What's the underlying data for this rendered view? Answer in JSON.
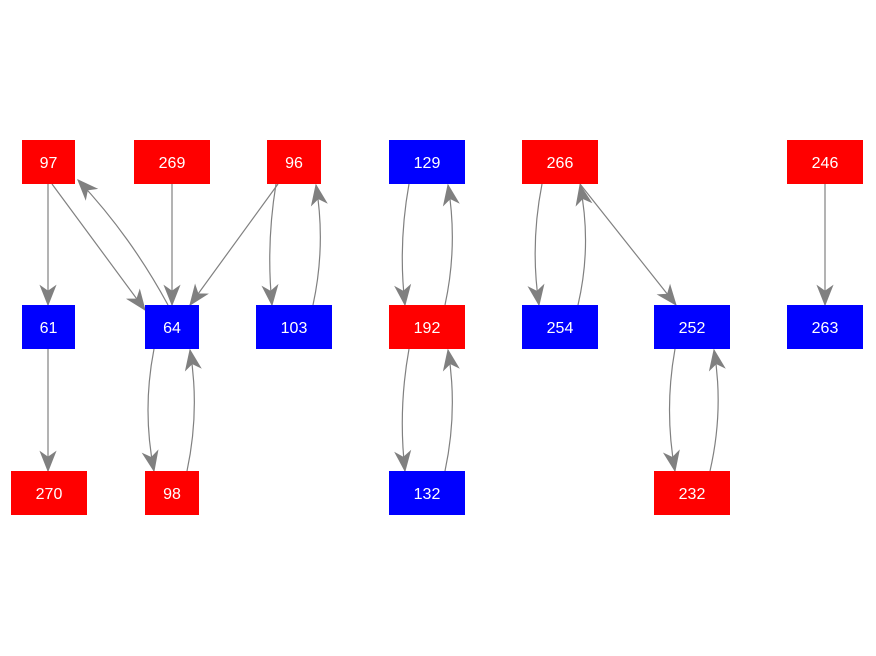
{
  "colors": {
    "red_node": "#ff0000",
    "blue_node": "#0000ff",
    "edge": "#808080",
    "label": "#ffffff"
  },
  "nodes": [
    {
      "id": "97",
      "label": "97",
      "color": "red"
    },
    {
      "id": "269",
      "label": "269",
      "color": "red"
    },
    {
      "id": "96",
      "label": "96",
      "color": "red"
    },
    {
      "id": "129",
      "label": "129",
      "color": "blue"
    },
    {
      "id": "266",
      "label": "266",
      "color": "red"
    },
    {
      "id": "246",
      "label": "246",
      "color": "red"
    },
    {
      "id": "61",
      "label": "61",
      "color": "blue"
    },
    {
      "id": "64",
      "label": "64",
      "color": "blue"
    },
    {
      "id": "103",
      "label": "103",
      "color": "blue"
    },
    {
      "id": "192",
      "label": "192",
      "color": "red"
    },
    {
      "id": "254",
      "label": "254",
      "color": "blue"
    },
    {
      "id": "252",
      "label": "252",
      "color": "blue"
    },
    {
      "id": "263",
      "label": "263",
      "color": "blue"
    },
    {
      "id": "270",
      "label": "270",
      "color": "red"
    },
    {
      "id": "98",
      "label": "98",
      "color": "red"
    },
    {
      "id": "132",
      "label": "132",
      "color": "blue"
    },
    {
      "id": "232",
      "label": "232",
      "color": "red"
    }
  ],
  "edges": [
    {
      "from": "97",
      "to": "61"
    },
    {
      "from": "97",
      "to": "64"
    },
    {
      "from": "64",
      "to": "97"
    },
    {
      "from": "269",
      "to": "64"
    },
    {
      "from": "96",
      "to": "64"
    },
    {
      "from": "96",
      "to": "103"
    },
    {
      "from": "103",
      "to": "96"
    },
    {
      "from": "61",
      "to": "270"
    },
    {
      "from": "64",
      "to": "98"
    },
    {
      "from": "98",
      "to": "64"
    },
    {
      "from": "129",
      "to": "192"
    },
    {
      "from": "192",
      "to": "129"
    },
    {
      "from": "192",
      "to": "132"
    },
    {
      "from": "132",
      "to": "192"
    },
    {
      "from": "266",
      "to": "254"
    },
    {
      "from": "254",
      "to": "266"
    },
    {
      "from": "266",
      "to": "252"
    },
    {
      "from": "252",
      "to": "232"
    },
    {
      "from": "232",
      "to": "252"
    },
    {
      "from": "246",
      "to": "263"
    }
  ]
}
